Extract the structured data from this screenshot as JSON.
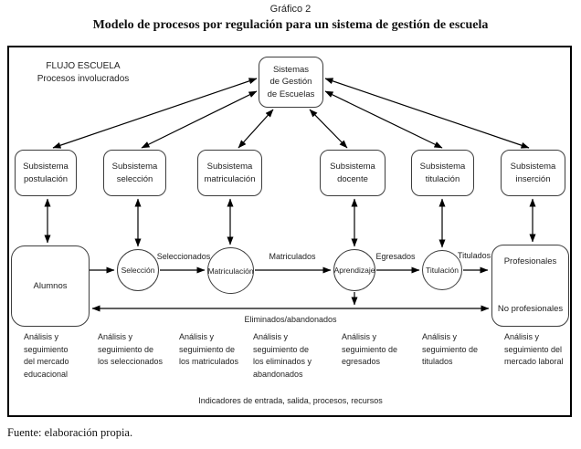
{
  "header": {
    "caption": "Gráfico 2",
    "title": "Modelo de procesos por regulación para un sistema de gestión de escuela"
  },
  "diagram": {
    "flow_label": "FLUJO ESCUELA\nProcesos involucrados",
    "central": "Sistemas\nde Gestión\nde Escuelas",
    "subsystems": [
      "Subsistema\npostulación",
      "Subsistema\nselección",
      "Subsistema\nmatriculación",
      "Subsistema\ndocente",
      "Subsistema\ntitulación",
      "Subsistema\ninserción"
    ],
    "stages": {
      "alumnos": "Alumnos",
      "seleccion": "Selección",
      "matriculacion": "Matriculación",
      "aprendizaje": "Aprendizaje",
      "titulacion": "Titulación",
      "profesionales": "Profesionales",
      "no_profesionales": "No profesionales"
    },
    "transitions": {
      "seleccionados": "Seleccionados",
      "matriculados": "Matriculados",
      "egresados": "Egresados",
      "titulados": "Titulados",
      "eliminados": "Eliminados/abandonados"
    },
    "notes": [
      "Análisis y\nseguimiento\ndel mercado\neducacional",
      "Análisis y\nseguimiento de\nlos seleccionados",
      "Análisis y\nseguimiento de\nlos matriculados",
      "Análisis y\nseguimiento de\nlos eliminados y\nabandonados",
      "Análisis y\nseguimiento de\negresados",
      "Análisis y\nseguimiento de\ntitulados",
      "Análisis y\nseguimiento del\nmercado laboral"
    ],
    "indicators": "Indicadores de entrada, salida, procesos, recursos"
  },
  "footer": {
    "source": "Fuente: elaboración propia."
  },
  "colors": {
    "ink": "#000000",
    "box_border": "#3d3d3d",
    "background": "#ffffff"
  }
}
